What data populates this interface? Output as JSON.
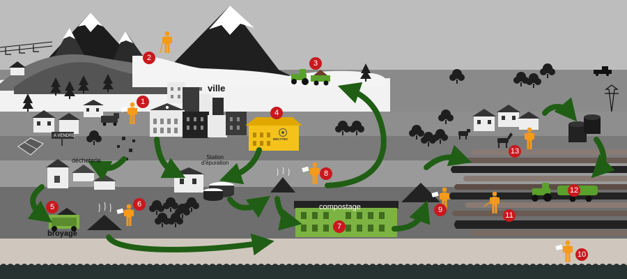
{
  "labels": {
    "ville": "ville",
    "decheterie": "décheterie",
    "station_l1": "Station",
    "station_l2": "d'épuration",
    "broyage": "broyage",
    "compostage": "compostage",
    "a_vendre": "A VENDRE",
    "recytec": "RECYTEC"
  },
  "badges": [
    "1",
    "2",
    "3",
    "4",
    "5",
    "6",
    "7",
    "8",
    "9",
    "10",
    "11",
    "12",
    "13"
  ],
  "colors": {
    "arrow_green": "#1f5e14",
    "compost_building": "#7cb342",
    "recytec_building": "#f5c21b",
    "badge_red": "#c8191e",
    "person_orange": "#f59a1b",
    "sky": "#bdbdbd",
    "ground_light": "#cfc7bd"
  },
  "icons": [
    "person-icon",
    "mountain-icon",
    "tree-icon",
    "tractor-icon",
    "building-icon",
    "cow-icon",
    "horse-icon",
    "pickup-truck-icon",
    "pylon-icon",
    "ski-lift-icon"
  ]
}
